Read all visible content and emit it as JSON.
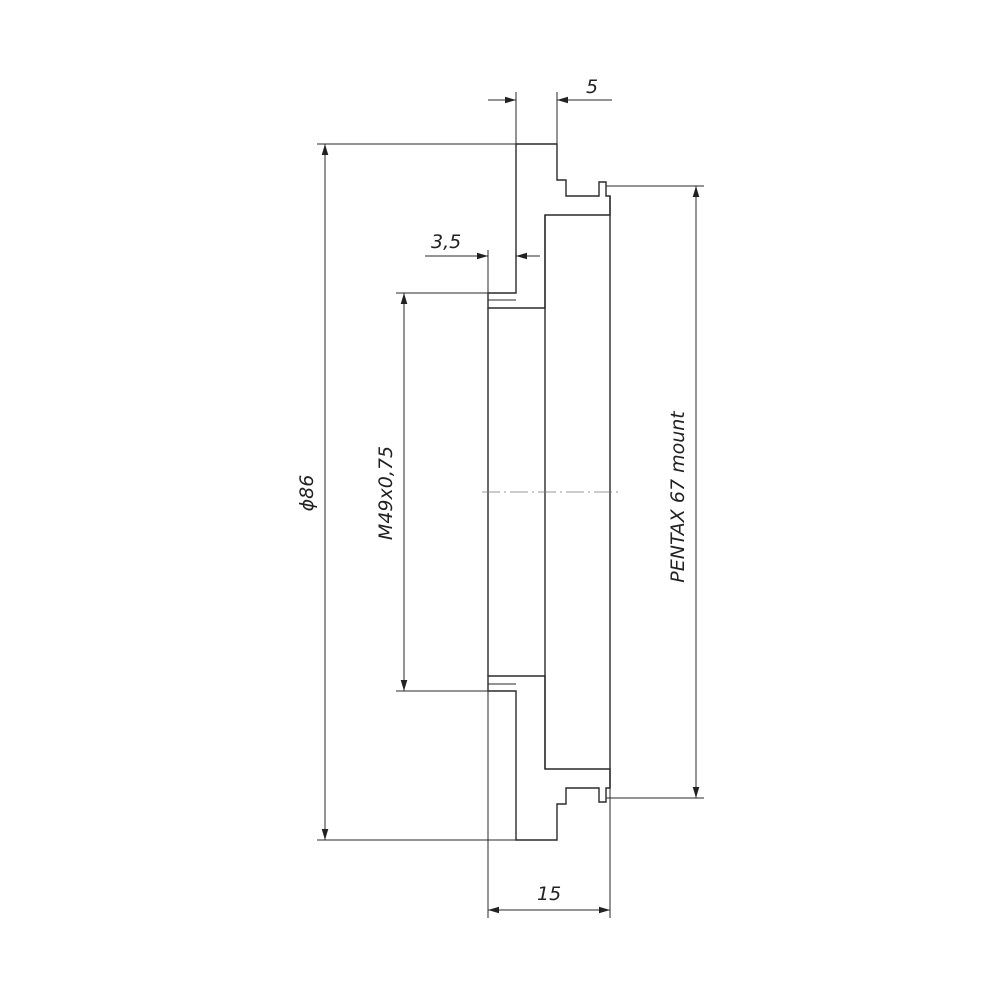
{
  "dimensions": {
    "top_width": "5",
    "step_width": "3,5",
    "outer_diameter": "ϕ86",
    "thread": "M49x0,75",
    "mount": "PENTAX  67 mount",
    "overall_length": "15"
  }
}
